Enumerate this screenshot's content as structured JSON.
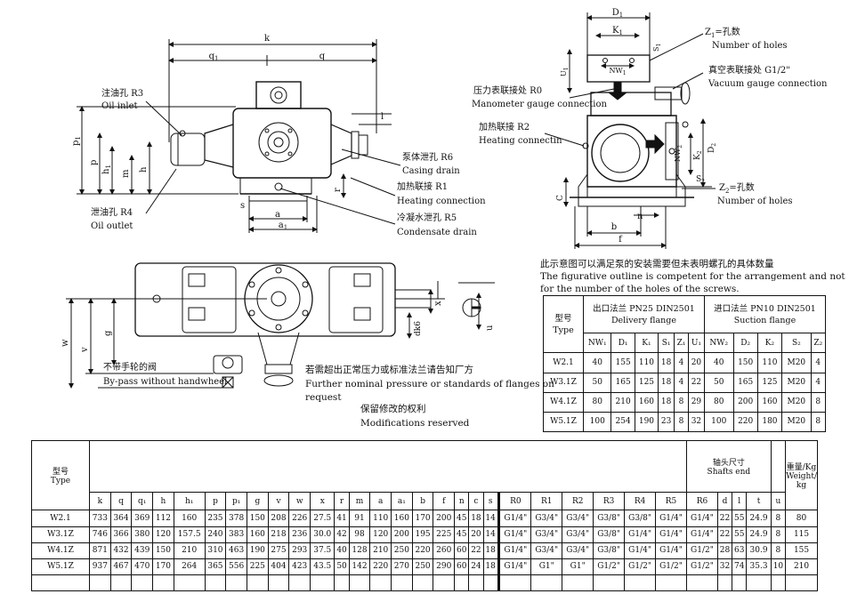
{
  "side_view": {
    "dims": {
      "k": "k",
      "q1": "q",
      "q1_sub": "1",
      "q": "q",
      "l": "l",
      "p1": "p",
      "p1_sub": "1",
      "p": "p",
      "h1": "h",
      "h1_sub": "1",
      "m": "m",
      "h": "h",
      "r": "r",
      "s": "s",
      "a": "a",
      "a1": "a",
      "a1_sub": "1"
    },
    "labels": {
      "r3_cn": "注油孔 R3",
      "r3_en": "Oil inlet",
      "r4_cn": "泄油孔 R4",
      "r4_en": "Oil outlet",
      "r6_cn": "泵体泄孔 R6",
      "r6_en": "Casing drain",
      "r1_cn": "加热联接 R1",
      "r1_en": "Heating connection",
      "r5_cn": "冷凝水泄孔 R5",
      "r5_en": "Condensate drain"
    }
  },
  "end_view": {
    "dims": {
      "d1": "D",
      "d1_sub": "1",
      "k1": "K",
      "k1_sub": "1",
      "s1": "S",
      "s1_sub": "1",
      "u1": "U",
      "u1_sub": "1",
      "nw1": "NW",
      "nw1_sub": "1",
      "nw2": "NW",
      "nw2_sub": "2",
      "d2": "D",
      "d2_sub": "2",
      "k2": "K",
      "k2_sub": "2",
      "s2": "S",
      "s2_sub": "2",
      "c": "C",
      "b": "b",
      "f": "f",
      "n": "n"
    },
    "labels": {
      "z1_cn": "Z",
      "z1_sub": "1",
      "z1_cn2": "=孔数",
      "z1_en": "Number of holes",
      "vac_cn": "真空表联接处 G1/2\"",
      "vac_en": "Vacuum gauge connection",
      "r0_cn": "压力表联接处 R0",
      "r0_en": "Manometer gauge connection",
      "r2_cn": "加热联接 R2",
      "r2_en": "Heating connectin",
      "z2_cn": "Z",
      "z2_sub": "2",
      "z2_cn2": "=孔数",
      "z2_en": "Number of holes"
    }
  },
  "top_view": {
    "dims": {
      "w": "w",
      "v": "v",
      "g": "g",
      "x": "x",
      "u": "u",
      "dk6": "dk6"
    },
    "labels": {
      "bypass_cn": "不带手轮的阀",
      "bypass_en": "By-pass without handwheel"
    }
  },
  "notes": {
    "outline_cn": "此示意图可以满足泵的安装需要但未表明螺孔的具体数量",
    "outline_en1": "The figurative outline is competent for the arrangement and not",
    "outline_en2": "for the number of the holes of the screws.",
    "pressure_cn": "若需超出正常压力或标准法兰请告知厂方",
    "pressure_en1": "Further nominal pressure or standards of flanges on",
    "pressure_en2": "request",
    "modif_cn": "保留修改的权利",
    "modif_en": "Modifications reserved"
  },
  "flange_table": {
    "type_cn": "型号",
    "type_en": "Type",
    "delivery_cn": "出口法兰 PN25 DIN2501",
    "delivery_en": "Delivery flange",
    "suction_cn": "进口法兰 PN10 DIN2501",
    "suction_en": "Suction flange",
    "columns": [
      "NW₁",
      "D₁",
      "K₁",
      "S₁",
      "Z₁",
      "U₁",
      "NW₂",
      "D₂",
      "K₂",
      "S₂",
      "Z₂"
    ],
    "rows": [
      {
        "type": "W2.1",
        "values": [
          "40",
          "155",
          "110",
          "18",
          "4",
          "20",
          "40",
          "150",
          "110",
          "M20",
          "4"
        ]
      },
      {
        "type": "W3.1Z",
        "values": [
          "50",
          "165",
          "125",
          "18",
          "4",
          "22",
          "50",
          "165",
          "125",
          "M20",
          "4"
        ]
      },
      {
        "type": "W4.1Z",
        "values": [
          "80",
          "210",
          "160",
          "18",
          "8",
          "29",
          "80",
          "200",
          "160",
          "M20",
          "8"
        ]
      },
      {
        "type": "W5.1Z",
        "values": [
          "100",
          "254",
          "190",
          "23",
          "8",
          "32",
          "100",
          "220",
          "180",
          "M20",
          "8"
        ]
      }
    ]
  },
  "main_table": {
    "type_cn": "型号",
    "type_en": "Type",
    "shaft_cn": "轴头尺寸",
    "shaft_en": "Shafts end",
    "weight_cn": "重量/Kg",
    "weight_en1": "Weight/",
    "weight_en2": "kg",
    "columns": [
      "k",
      "q",
      "q₁",
      "h",
      "h₁",
      "p",
      "p₁",
      "g",
      "v",
      "w",
      "x",
      "r",
      "m",
      "a",
      "a₁",
      "b",
      "f",
      "n",
      "c",
      "s",
      "",
      "",
      "R0",
      "R1",
      "R2",
      "R3",
      "R4",
      "R5",
      "R6",
      "d",
      "l",
      "t",
      "u",
      ""
    ],
    "rows": [
      {
        "type": "W2.1",
        "values": [
          "733",
          "364",
          "369",
          "112",
          "160",
          "235",
          "378",
          "150",
          "208",
          "226",
          "27.5",
          "41",
          "91",
          "110",
          "160",
          "170",
          "200",
          "45",
          "18",
          "14",
          "",
          "",
          "G1/4\"",
          "G3/4\"",
          "G3/4\"",
          "G3/8\"",
          "G3/8\"",
          "G1/4\"",
          "G1/4\"",
          "22",
          "55",
          "24.9",
          "8",
          "80"
        ]
      },
      {
        "type": "W3.1Z",
        "values": [
          "746",
          "366",
          "380",
          "120",
          "157.5",
          "240",
          "383",
          "160",
          "218",
          "236",
          "30.0",
          "42",
          "98",
          "120",
          "200",
          "195",
          "225",
          "45",
          "20",
          "14",
          "",
          "",
          "G1/4\"",
          "G3/4\"",
          "G3/4\"",
          "G3/8\"",
          "G1/4\"",
          "G1/4\"",
          "G1/4\"",
          "22",
          "55",
          "24.9",
          "8",
          "115"
        ]
      },
      {
        "type": "W4.1Z",
        "values": [
          "871",
          "432",
          "439",
          "150",
          "210",
          "310",
          "463",
          "190",
          "275",
          "293",
          "37.5",
          "40",
          "128",
          "210",
          "250",
          "220",
          "260",
          "60",
          "22",
          "18",
          "",
          "",
          "G1/4\"",
          "G3/4\"",
          "G3/4\"",
          "G3/8\"",
          "G1/4\"",
          "G1/4\"",
          "G1/2\"",
          "28",
          "63",
          "30.9",
          "8",
          "155"
        ]
      },
      {
        "type": "W5.1Z",
        "values": [
          "937",
          "467",
          "470",
          "170",
          "264",
          "365",
          "556",
          "225",
          "404",
          "423",
          "43.5",
          "50",
          "142",
          "220",
          "270",
          "250",
          "290",
          "60",
          "24",
          "18",
          "",
          "",
          "G1/4\"",
          "G1\"",
          "G1\"",
          "G1/2\"",
          "G1/2\"",
          "G1/2\"",
          "G1/2\"",
          "32",
          "74",
          "35.3",
          "10",
          "210"
        ]
      }
    ]
  }
}
